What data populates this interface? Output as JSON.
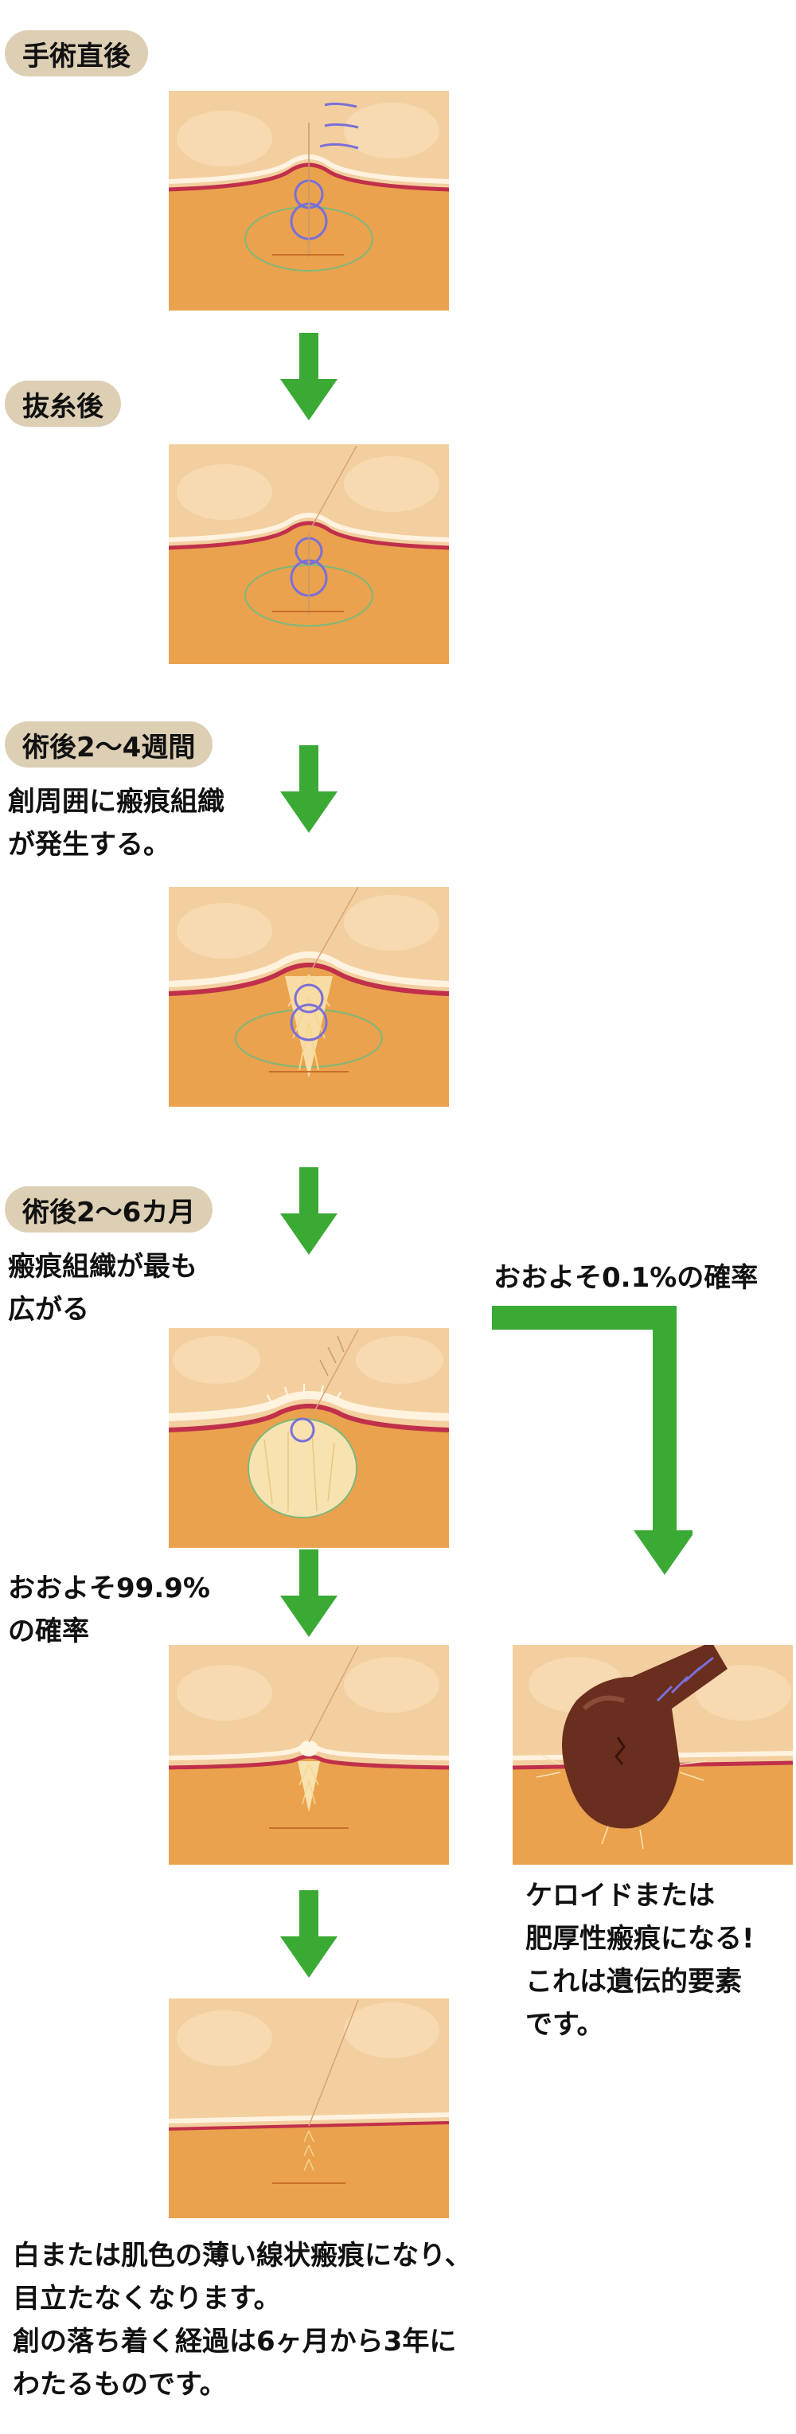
{
  "stages": [
    {
      "label": "手術直後"
    },
    {
      "label": "抜糸後"
    },
    {
      "label": "術後2〜4週間",
      "desc": [
        "創周囲に瘢痕組織",
        "が発生する。"
      ]
    },
    {
      "label": "術後2〜6カ月",
      "desc": [
        "瘢痕組織が最も",
        "広がる"
      ]
    }
  ],
  "branch_normal": [
    "おおよそ99.9%",
    "の確率"
  ],
  "branch_keloid": "おおよそ0.1%の確率",
  "keloid_text": [
    "ケロイドまたは",
    "肥厚性瘢痕になる!",
    "これは遺伝的要素",
    "です。"
  ],
  "final_text": [
    "白または肌色の薄い線状瘢痕になり、",
    "目立たなくなります。",
    "創の落ち着く経過は6ヶ月から3年に",
    "わたるものです。"
  ],
  "colors": {
    "arrow": "#3aaa35",
    "pill": "#dccfb4",
    "skin_top": "#f3cf9f",
    "skin_fat": "#eaa24e",
    "dermis_line": "#c0304a",
    "suture": "#7a6fd8",
    "keloid": "#6a2e1e"
  }
}
